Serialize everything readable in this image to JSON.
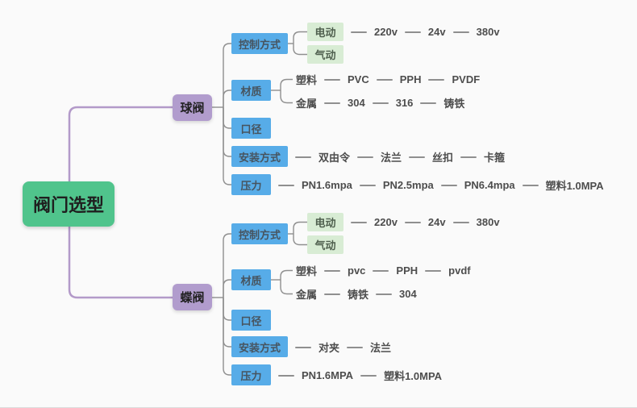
{
  "root": {
    "label": "阀门选型"
  },
  "ball": {
    "label": "球阀",
    "control": {
      "label": "控制方式",
      "electric": "电动",
      "pneumatic": "气动",
      "volts": [
        "220v",
        "24v",
        "380v"
      ]
    },
    "material": {
      "label": "材质",
      "plastic": "塑料",
      "plastic_types": [
        "PVC",
        "PPH",
        "PVDF"
      ],
      "metal": "金属",
      "metal_types": [
        "304",
        "316",
        "铸铁"
      ]
    },
    "diameter": {
      "label": "口径"
    },
    "install": {
      "label": "安装方式",
      "options": [
        "双由令",
        "法兰",
        "丝扣",
        "卡箍"
      ]
    },
    "pressure": {
      "label": "压力",
      "options": [
        "PN1.6mpa",
        "PN2.5mpa",
        "PN6.4mpa",
        "塑料1.0MPA"
      ]
    }
  },
  "butterfly": {
    "label": "蝶阀",
    "control": {
      "label": "控制方式",
      "electric": "电动",
      "pneumatic": "气动",
      "volts": [
        "220v",
        "24v",
        "380v"
      ]
    },
    "material": {
      "label": "材质",
      "plastic": "塑料",
      "plastic_types": [
        "pvc",
        "PPH",
        "pvdf"
      ],
      "metal": "金属",
      "metal_types": [
        "铸铁",
        "304"
      ]
    },
    "diameter": {
      "label": "口径"
    },
    "install": {
      "label": "安装方式",
      "options": [
        "对夹",
        "法兰"
      ]
    },
    "pressure": {
      "label": "压力",
      "options": [
        "PN1.6MPA",
        "塑料1.0MPA"
      ]
    }
  },
  "colors": {
    "root_node": "#50c48c",
    "branch_node": "#b19ccd",
    "category_node": "#57ace8",
    "leaf_box": "#d8ecd4",
    "connector_main": "#b39ac9",
    "connector_tree": "#8f8f8f",
    "leaf_text": "#4d4d4d"
  }
}
